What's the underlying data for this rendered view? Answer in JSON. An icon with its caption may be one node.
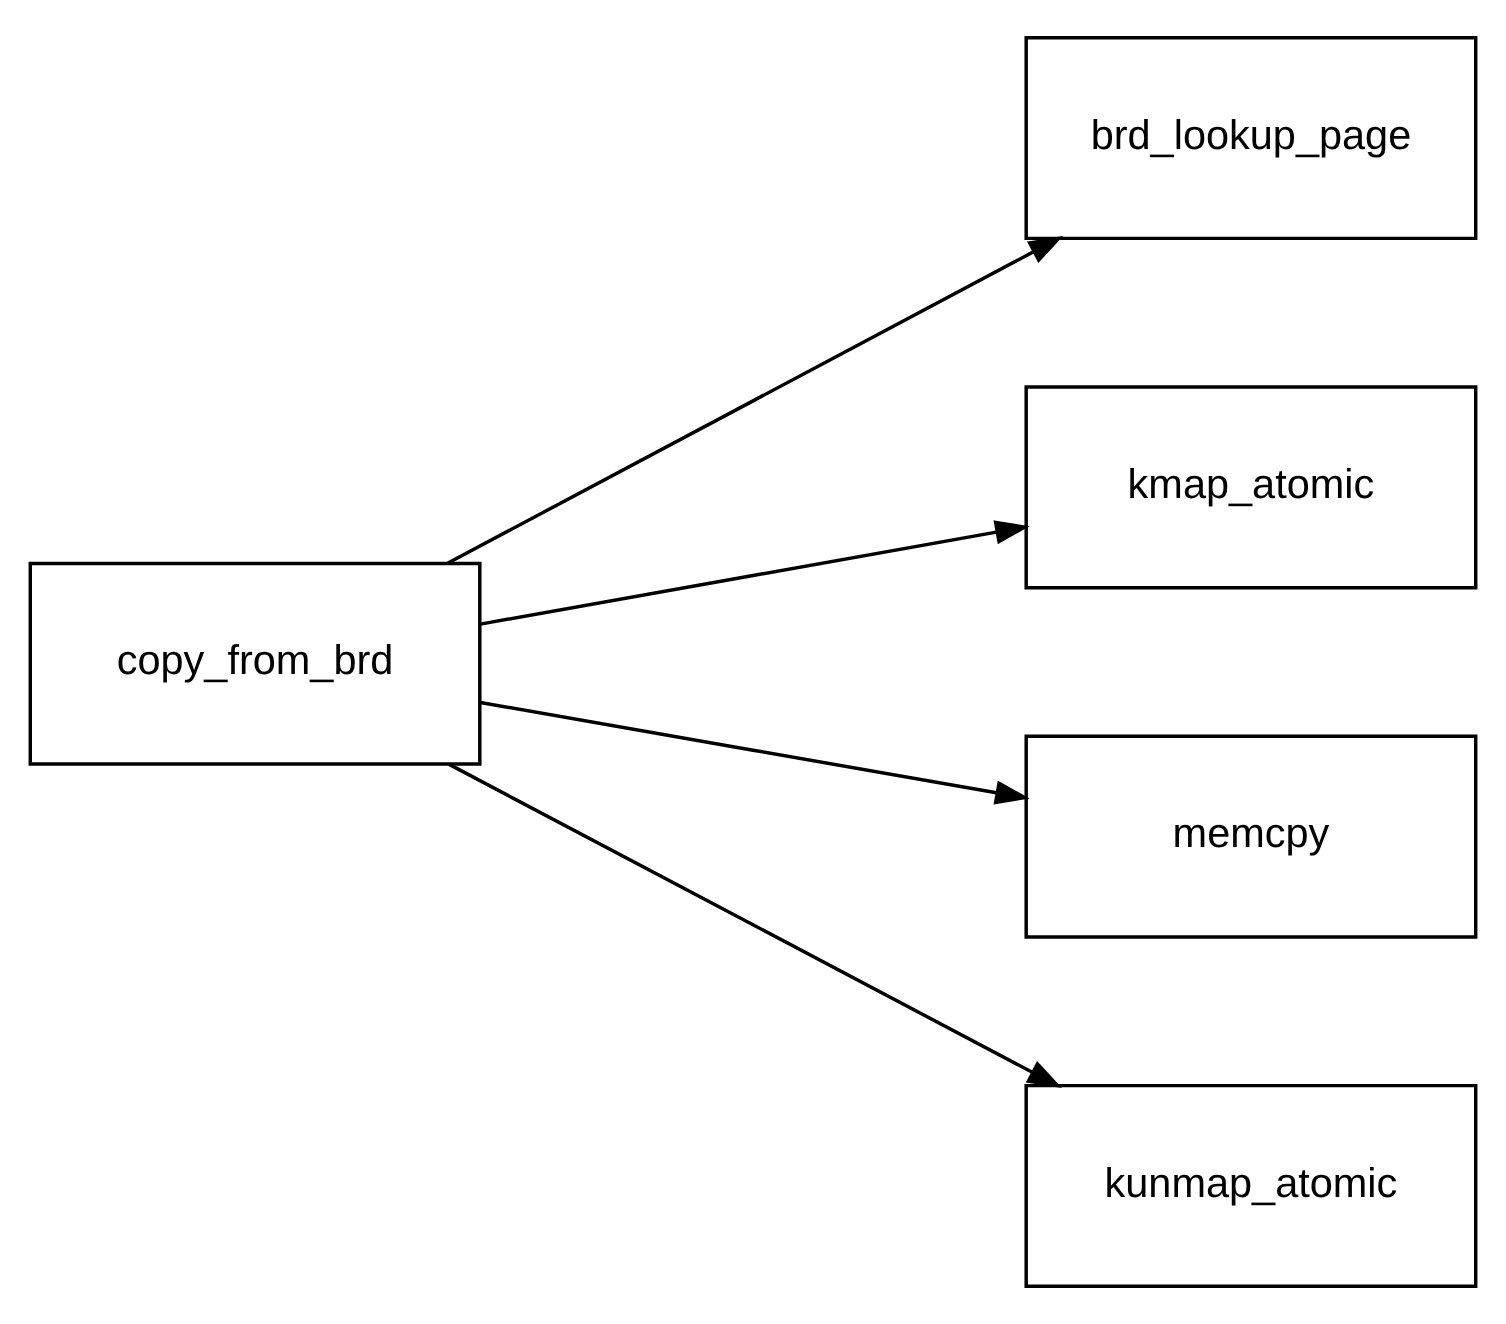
{
  "diagram": {
    "nodes": [
      {
        "text": [
          "copy_from_brd"
        ]
      },
      {
        "text": [
          "brd_lookup_page"
        ]
      },
      {
        "text": [
          "kmap_atomic"
        ]
      },
      {
        "text": [
          "memcpy"
        ]
      },
      {
        "text": [
          "kunmap_atomic"
        ]
      }
    ],
    "edges": [
      {
        "from": 0,
        "to": 1,
        "arrow": "to"
      },
      {
        "from": 0,
        "to": 2,
        "arrow": "to"
      },
      {
        "from": 0,
        "to": 3,
        "arrow": "to"
      },
      {
        "from": 0,
        "to": 4,
        "arrow": "to"
      }
    ]
  }
}
